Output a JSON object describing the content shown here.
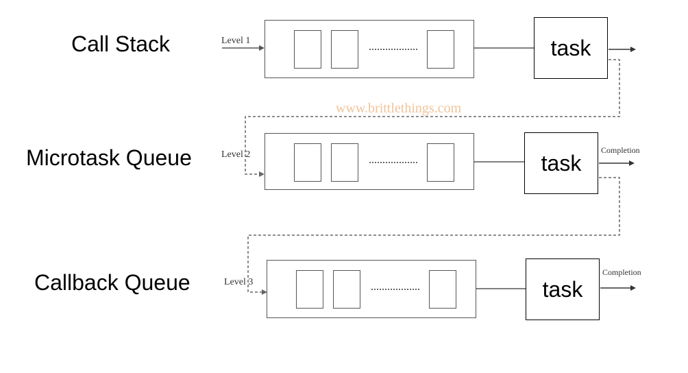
{
  "rows": [
    {
      "label": "Call Stack",
      "level": "Level 1",
      "task": "task",
      "completion": ""
    },
    {
      "label": "Microtask Queue",
      "level": "Level 2",
      "task": "task",
      "completion": "Completion"
    },
    {
      "label": "Callback Queue",
      "level": "Level 3",
      "task": "task",
      "completion": "Completion"
    }
  ],
  "watermark": "www.brittlethings.com",
  "colors": {
    "line": "#555555",
    "task_border": "#000000",
    "watermark": "#f0c49a",
    "background": "#ffffff"
  }
}
